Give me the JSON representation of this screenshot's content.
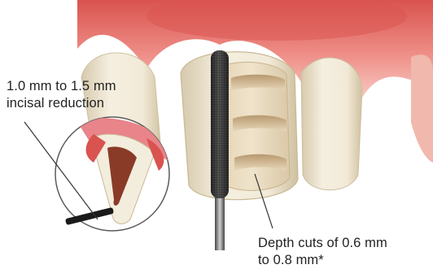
{
  "labels": {
    "incisal_reduction": [
      "1.0 mm to 1.5 mm",
      "incisal reduction"
    ],
    "depth_cuts": [
      "Depth cuts of 0.6 mm",
      "to 0.8 mm*"
    ]
  },
  "colors": {
    "gingiva": "#e06a6a",
    "gingiva_light": "#f2b5ae",
    "tooth": "#efe7d3",
    "tooth_shadow": "#d9ccae",
    "prep_surface": "#e6d6b8",
    "groove": "#c2a682",
    "bur_shaft": "#2a2a2a",
    "pulp": "#8a3b28",
    "callout_line": "#333333"
  },
  "icons": {
    "bur": "diamond-bur-icon",
    "inset": "tooth-cross-section-inset"
  }
}
